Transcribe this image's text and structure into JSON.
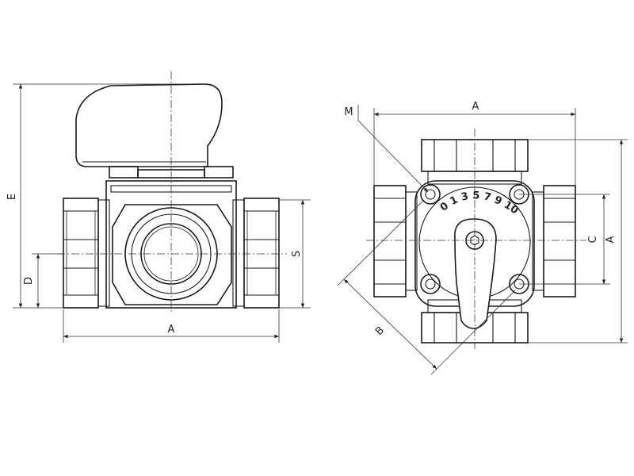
{
  "labels": {
    "E": "E",
    "D": "D",
    "S": "S",
    "A_side": "A",
    "A_top": "A",
    "A_right": "A",
    "C": "C",
    "M": "M",
    "B": "B"
  },
  "dial": {
    "scale_text": "0 1 3 5 7 9 10"
  }
}
